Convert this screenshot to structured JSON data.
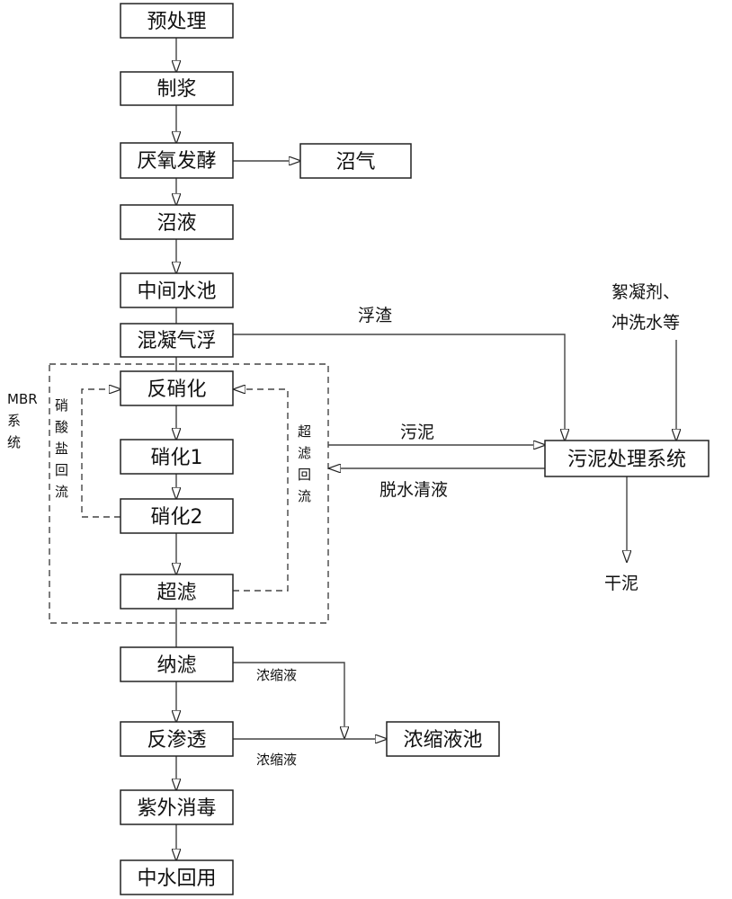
{
  "boxes": {
    "pretreatment": "预处理",
    "pulping": "制浆",
    "anaerobic": "厌氧发酵",
    "biogas": "沼气",
    "digestate": "沼液",
    "intermediate_pool": "中间水池",
    "coag_flotation": "混凝气浮",
    "denitrification": "反硝化",
    "nitrification1": "硝化1",
    "nitrification2": "硝化2",
    "ultrafiltration": "超滤",
    "nanofiltration": "纳滤",
    "reverse_osmosis": "反渗透",
    "uv": "紫外消毒",
    "reuse": "中水回用",
    "concentrate_pool": "浓缩液池",
    "sludge_system": "污泥处理系统"
  },
  "labels": {
    "scum": "浮渣",
    "sludge": "污泥",
    "dewater_liquid": "脱水清液",
    "dry_sludge": "干泥",
    "flocculant_line1": "絮凝剂、",
    "flocculant_line2": "冲洗水等",
    "concentrate_nf": "浓缩液",
    "concentrate_ro": "浓缩液",
    "mbr_system": [
      "MBR",
      "系",
      "统"
    ],
    "nitrate_return": [
      "硝",
      "酸",
      "盐",
      "回",
      "流"
    ],
    "uf_return": [
      "超",
      "滤",
      "回",
      "流"
    ]
  }
}
